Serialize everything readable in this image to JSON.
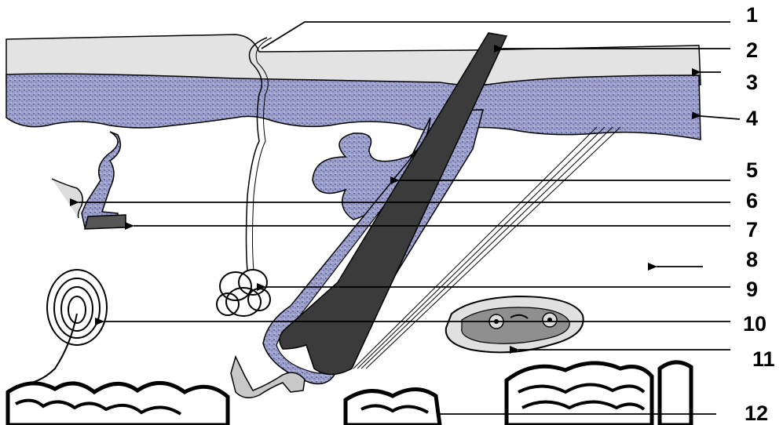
{
  "diagram": {
    "labels": [
      {
        "id": "1",
        "text": "1"
      },
      {
        "id": "2",
        "text": "2"
      },
      {
        "id": "3",
        "text": "3"
      },
      {
        "id": "4",
        "text": "4"
      },
      {
        "id": "5",
        "text": "5"
      },
      {
        "id": "6",
        "text": "6"
      },
      {
        "id": "7",
        "text": "7"
      },
      {
        "id": "8",
        "text": "8"
      },
      {
        "id": "9",
        "text": "9"
      },
      {
        "id": "10",
        "text": "10"
      },
      {
        "id": "11",
        "text": "11"
      },
      {
        "id": "12",
        "text": "12"
      }
    ],
    "colors": {
      "stratum_corneum": "#e3e3e3",
      "epidermis_stipple": "#8a8fbf",
      "hair_shaft": "#3b3b3b",
      "outline": "#000000",
      "background": "#ffffff"
    }
  }
}
